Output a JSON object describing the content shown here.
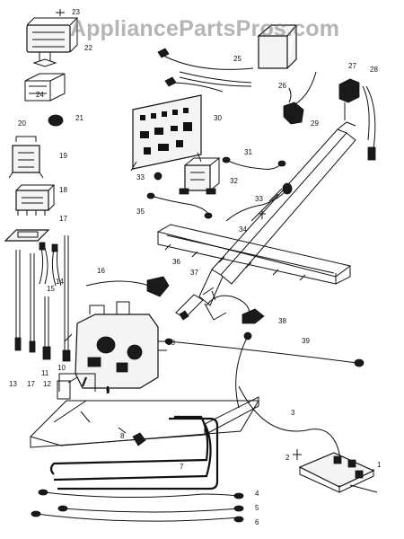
{
  "watermark": "AppliancePartsPros.com",
  "part_numbers": [
    "1",
    "2",
    "3",
    "4",
    "5",
    "6",
    "7",
    "8",
    "9",
    "10",
    "11",
    "12",
    "13",
    "14",
    "15",
    "16",
    "17",
    "18",
    "19",
    "20",
    "21",
    "22",
    "23",
    "24",
    "25",
    "26",
    "27",
    "28",
    "29",
    "30",
    "31",
    "32",
    "33",
    "33",
    "34",
    "35",
    "36",
    "37",
    "38",
    "39"
  ],
  "colors": {
    "ink": "#111111",
    "background": "#ffffff",
    "watermark": "#8a8a8a"
  }
}
